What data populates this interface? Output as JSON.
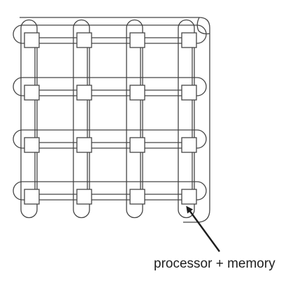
{
  "diagram": {
    "grid_rows": 4,
    "grid_cols": 4,
    "node_kind": "processor + memory",
    "caption": "processor + memory",
    "colors": {
      "line": "#444444",
      "node_fill": "#ffffff",
      "text": "#1e1e1e",
      "background": "#ffffff"
    }
  }
}
